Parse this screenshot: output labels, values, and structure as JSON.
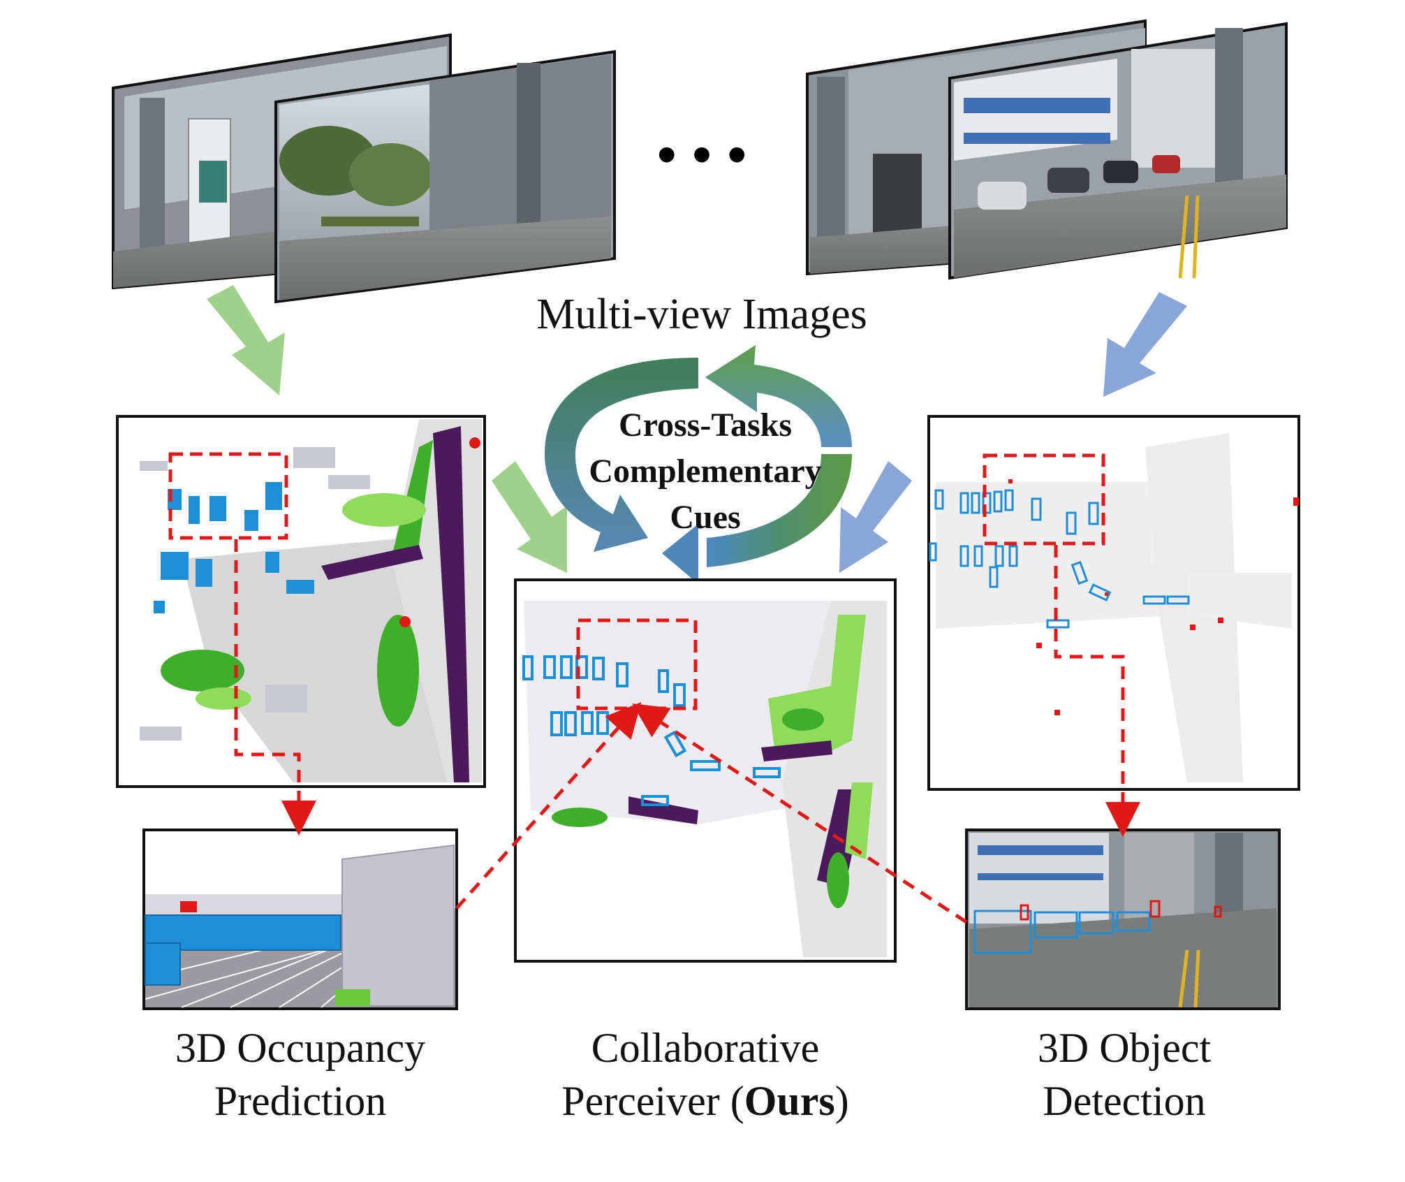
{
  "captions": {
    "multiview": "Multi-view Images",
    "occupancy": [
      "3D Occupancy",
      "Prediction"
    ],
    "collab_line1": "Collaborative",
    "collab_line2_pre": "Perceiver (",
    "collab_line2_bold": "Ours",
    "collab_line2_post": ")",
    "detection": [
      "3D Object",
      "Detection"
    ]
  },
  "cycle_text": [
    "Cross-Tasks",
    "Complementary",
    "Cues"
  ],
  "ellipsis": "• • •",
  "colors": {
    "arrow_green": "#9fd18b",
    "arrow_blue": "#8aa6d9",
    "cycle_green": "#6aa84f",
    "cycle_blue": "#4f86b8",
    "highlight_red": "#e01818",
    "voxel_blue": "#1e8fd6",
    "veg_green": "#3fae2a",
    "veg_light": "#8fdc5a",
    "sidewalk_purple": "#4b1a5a",
    "drivable_gray": "#e4e4e4",
    "building_gray": "#c8c8d2"
  }
}
